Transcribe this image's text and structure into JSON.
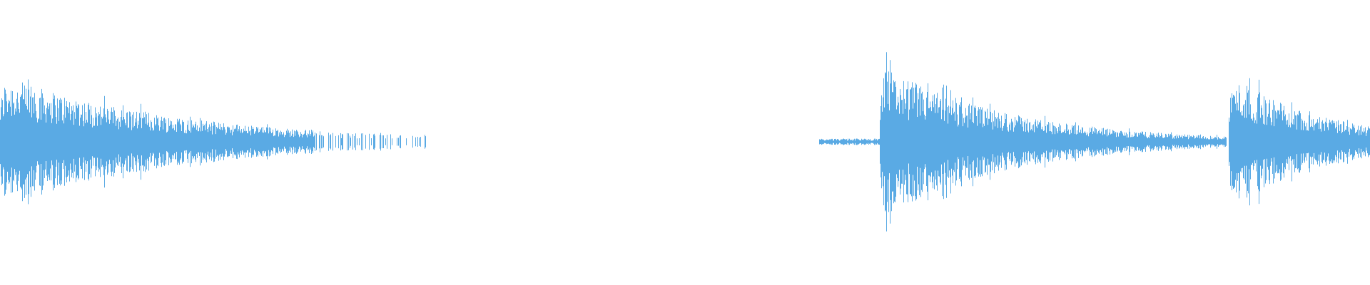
{
  "waveform": {
    "color": "#5aaae4",
    "background": "#ffffff",
    "duration_units": 1000,
    "bursts": [
      {
        "start": 0,
        "peak": 0.63,
        "decay": 130,
        "tail_end": 313,
        "floor": 0.02
      },
      {
        "start": 598,
        "peak": 0.0,
        "decay": 1,
        "tail_end": 642,
        "floor": 0.02
      },
      {
        "start": 642,
        "peak": 0.72,
        "decay": 95,
        "tail_end": 895,
        "floor": 0.02
      },
      {
        "start": 897,
        "peak": 0.64,
        "decay": 70,
        "tail_end": 1000,
        "floor": 0.05
      }
    ]
  }
}
